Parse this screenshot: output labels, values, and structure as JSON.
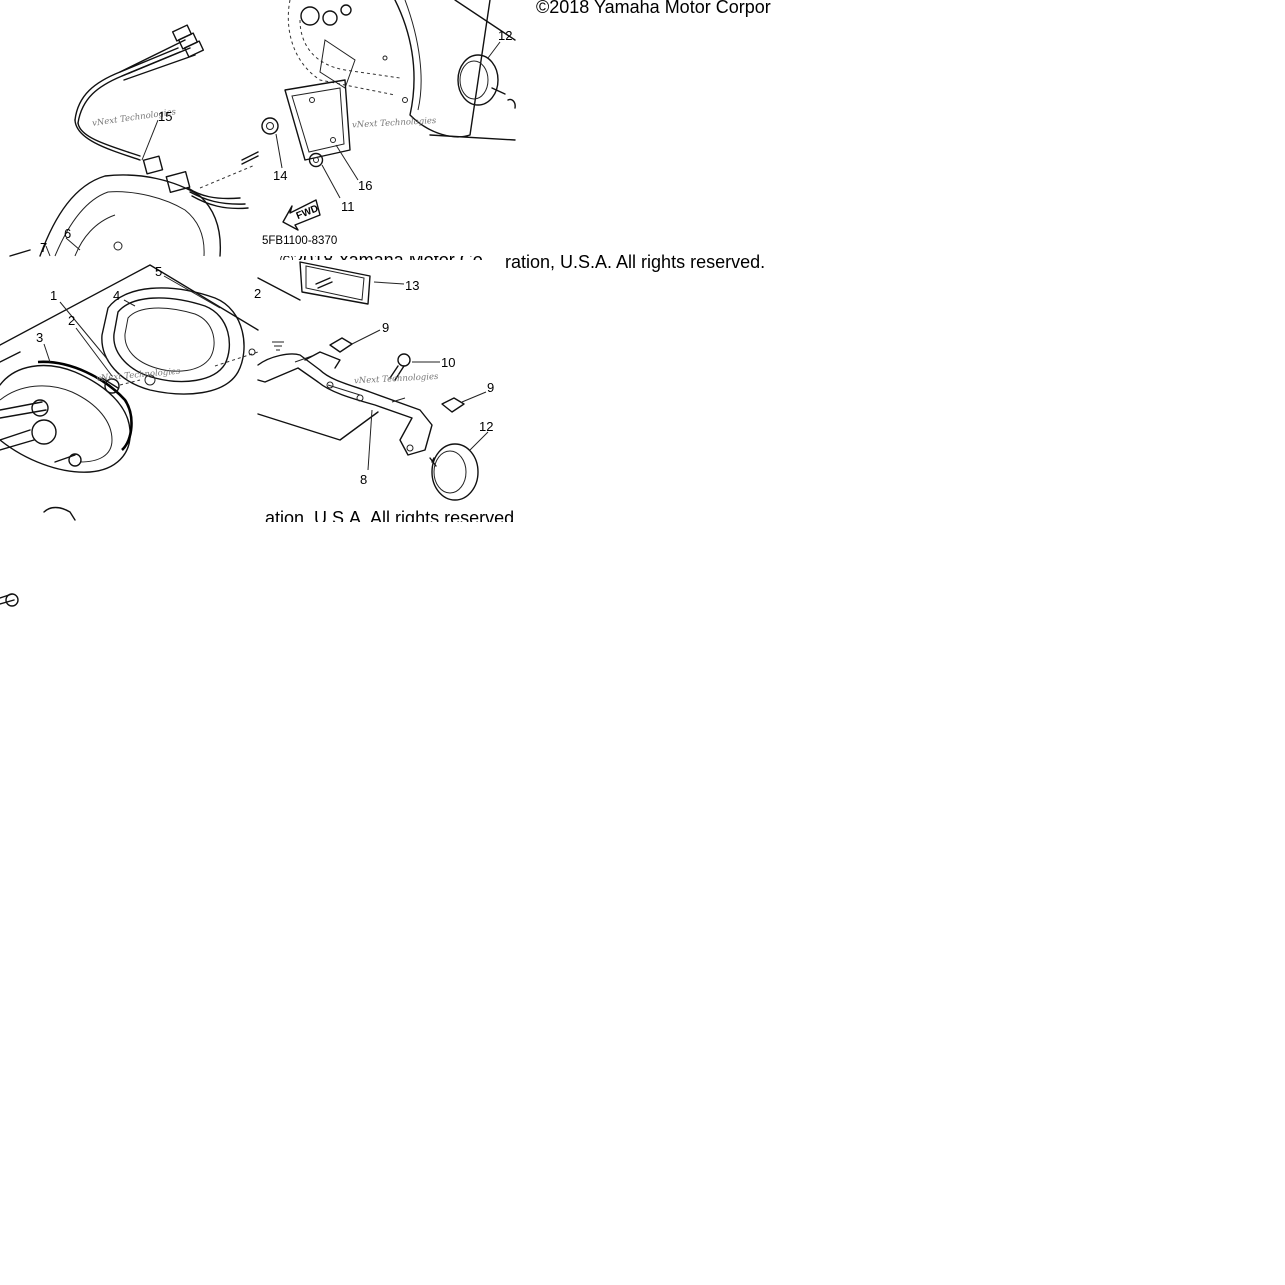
{
  "diagram": {
    "copyright_top": "©2018 Yamaha Motor Corpor",
    "copyright_mid": "ration, U.S.A. All rights reserved.",
    "copyright_mid_fragment": "©2018 Yamaha Motor Co",
    "copyright_bottom": "ation, U.S.A. All rights reserved.",
    "diagram_code": "5FB1100-8370",
    "fwd_label": "FWD",
    "watermark": "vNext Technologies",
    "callouts": {
      "c1": "1",
      "c2": "2",
      "c3": "3",
      "c4": "4",
      "c5": "5",
      "c6": "6",
      "c7": "7",
      "c8": "8",
      "c9a": "9",
      "c9b": "9",
      "c10": "10",
      "c11": "11",
      "c12a": "12",
      "c12b": "12",
      "c12c": "2",
      "c13": "13",
      "c14": "14",
      "c15": "15",
      "c16": "16"
    }
  }
}
